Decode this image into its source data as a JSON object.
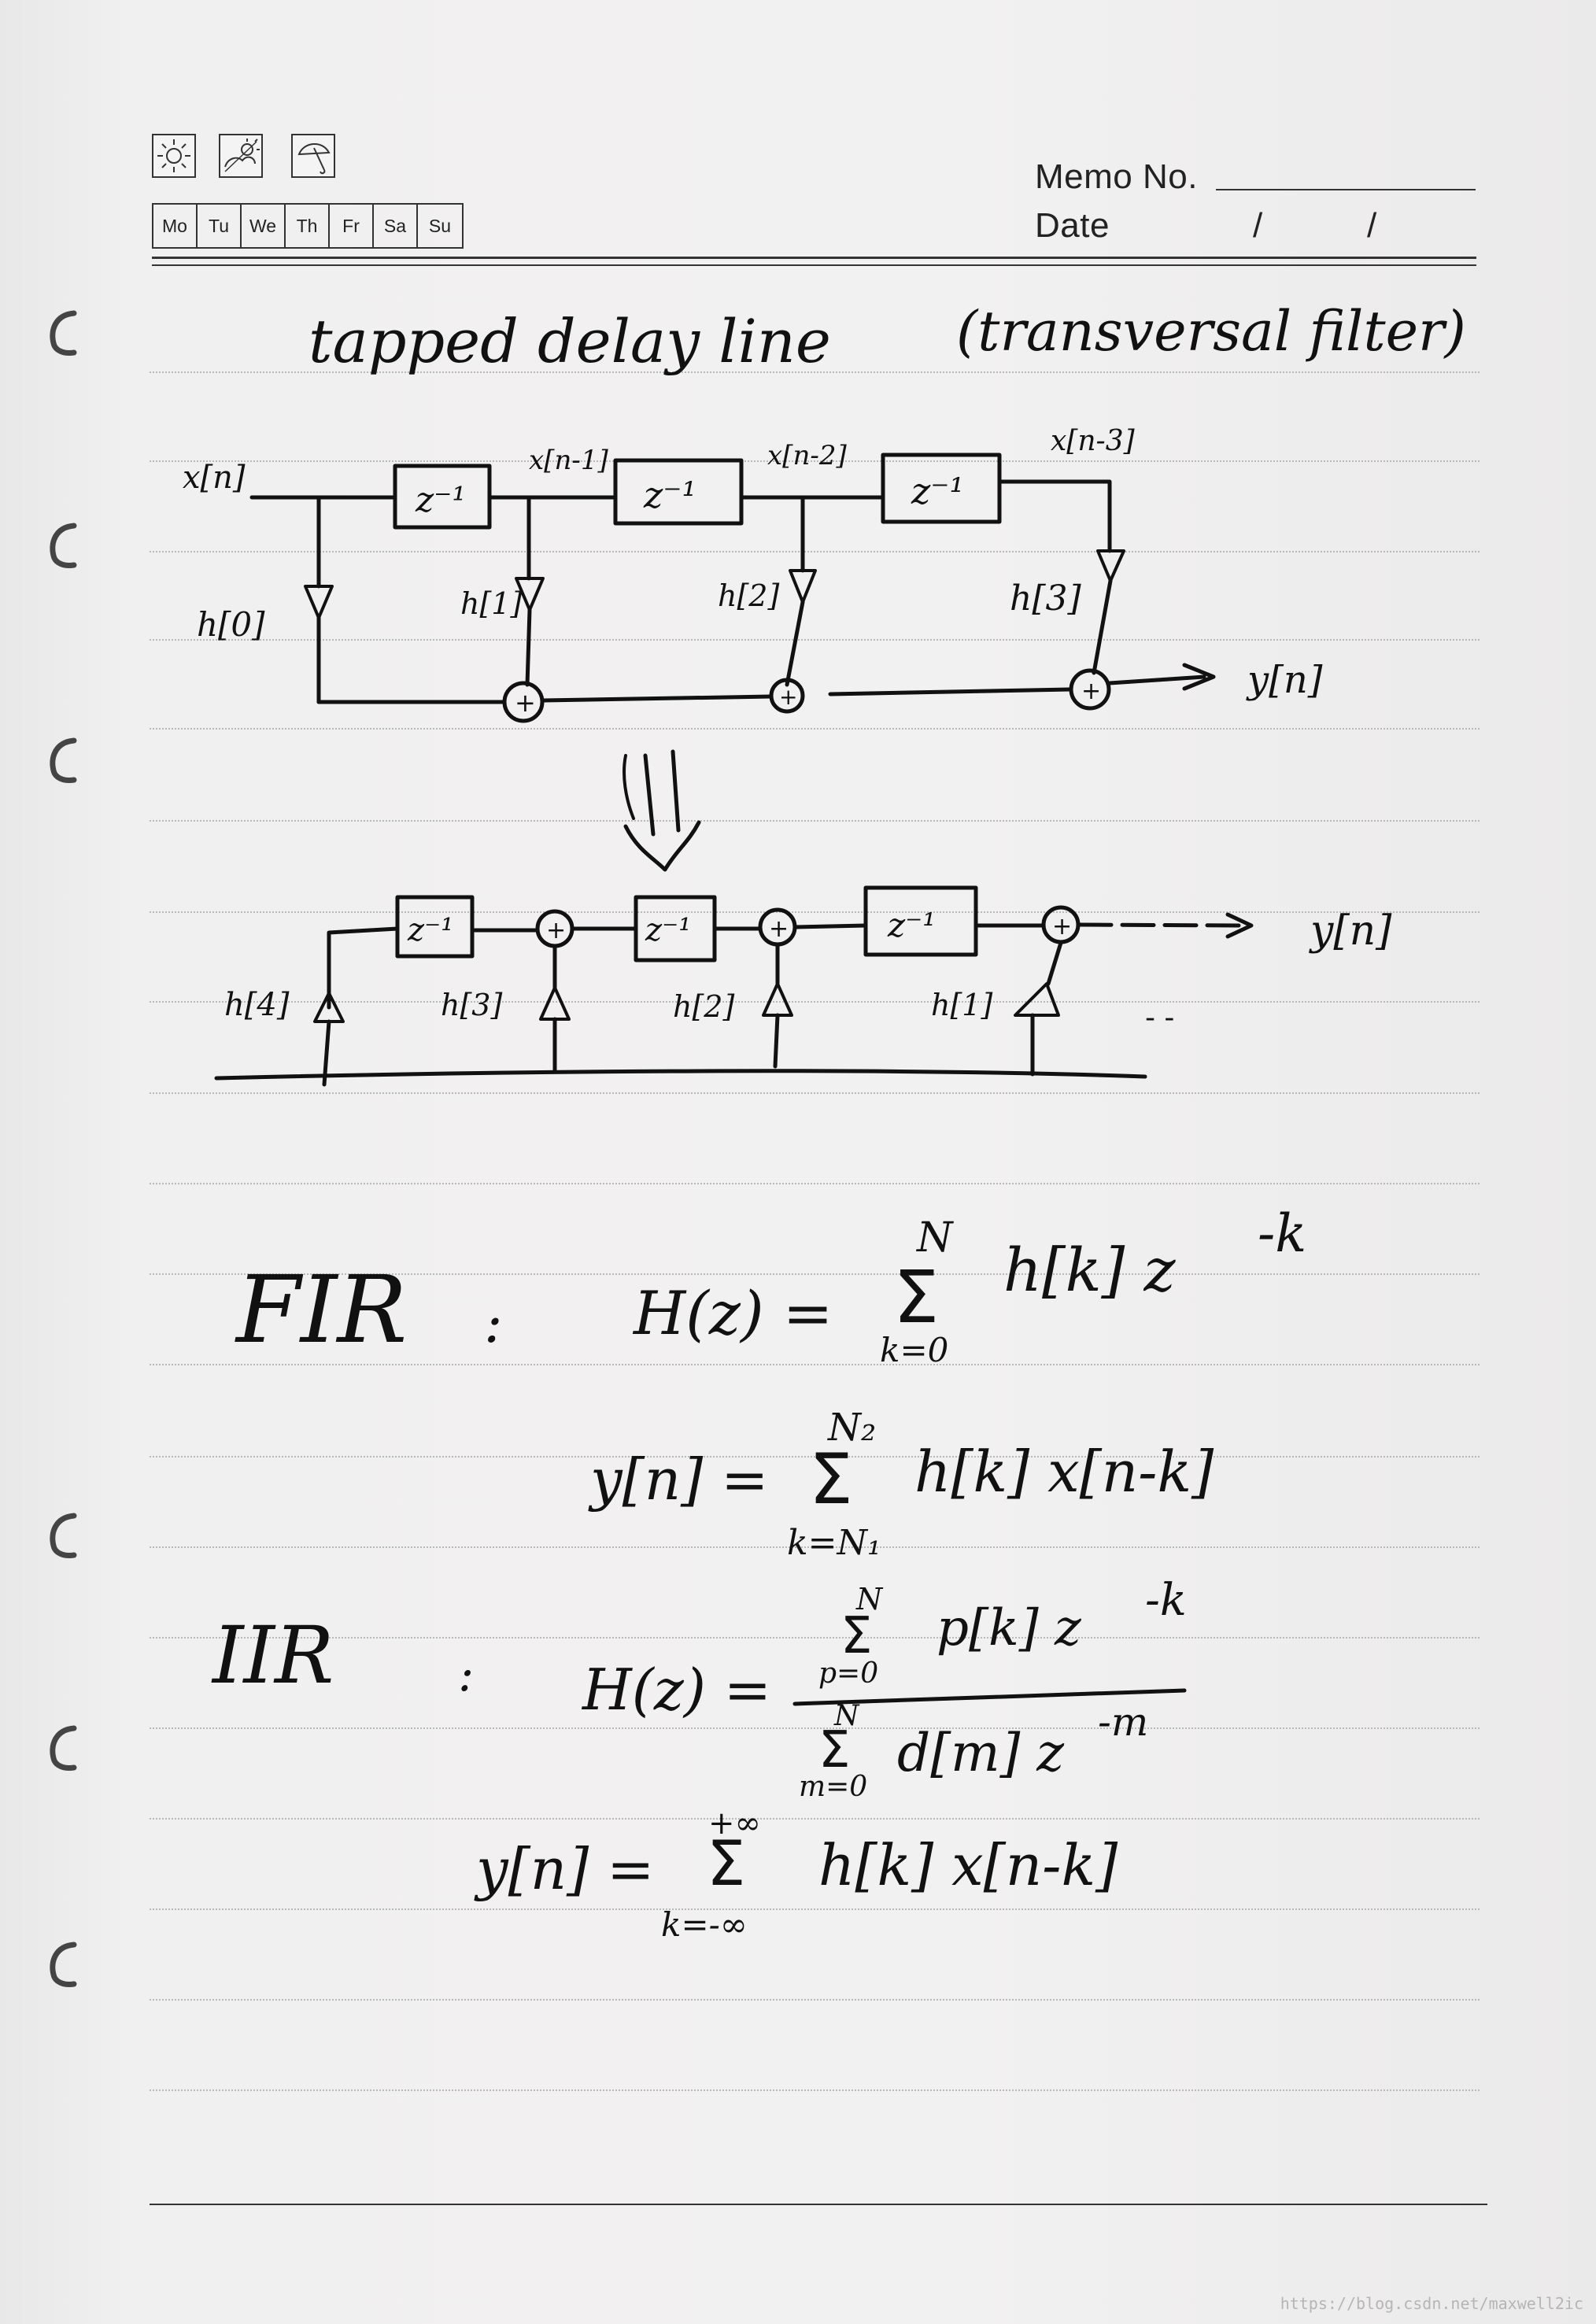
{
  "header": {
    "weather_icons": [
      "sun-icon",
      "partly-cloudy-icon",
      "umbrella-icon"
    ],
    "days": [
      "Mo",
      "Tu",
      "We",
      "Th",
      "Fr",
      "Sa",
      "Su"
    ],
    "memo_label": "Memo No.",
    "date_label": "Date",
    "date_separators": [
      "/",
      "/"
    ]
  },
  "note": {
    "title": "tapped delay line",
    "subtitle": "(transversal filter)",
    "diagram1": {
      "input": "x[n]",
      "delays": [
        "z⁻¹",
        "z⁻¹",
        "z⁻¹"
      ],
      "taps": [
        "x[n-1]",
        "x[n-2]",
        "x[n-3]"
      ],
      "coeffs": [
        "h[0]",
        "h[1]",
        "h[2]",
        "h[3]"
      ],
      "adder": "+",
      "output": "y[n]"
    },
    "arrow": "⇓",
    "diagram2": {
      "delays": [
        "z⁻¹",
        "z⁻¹",
        "z⁻¹"
      ],
      "coeffs": [
        "h[4]",
        "h[3]",
        "h[2]",
        "h[1]"
      ],
      "adder": "+",
      "output": "y[n]",
      "ellipsis": "- -"
    },
    "fir": {
      "label": "FIR",
      "colon": ":",
      "h_lhs": "H(z) =",
      "sum_top": "N",
      "sum_bottom": "k=0",
      "h_rhs": "h[k] z",
      "h_exp": "-k",
      "y_lhs": "y[n] =",
      "y_sum_top": "N₂",
      "y_sum_bottom": "k=N₁",
      "y_rhs": "h[k] x[n-k]"
    },
    "iir": {
      "label": "IIR",
      "colon": ":",
      "h_lhs": "H(z) =",
      "num_sum_top": "N",
      "num_sum_bottom": "p=0",
      "num": "p[k] z",
      "num_exp": "-k",
      "den_sum_top": "N",
      "den_sum_bottom": "m=0",
      "den": "d[m] z",
      "den_exp": "-m",
      "y_lhs": "y[n] =",
      "y_sum_top": "+∞",
      "y_sum_bottom": "k=-∞",
      "y_rhs": "h[k]  x[n-k]"
    },
    "sigma": "Σ"
  },
  "watermark": "https://blog.csdn.net/maxwell2ic"
}
